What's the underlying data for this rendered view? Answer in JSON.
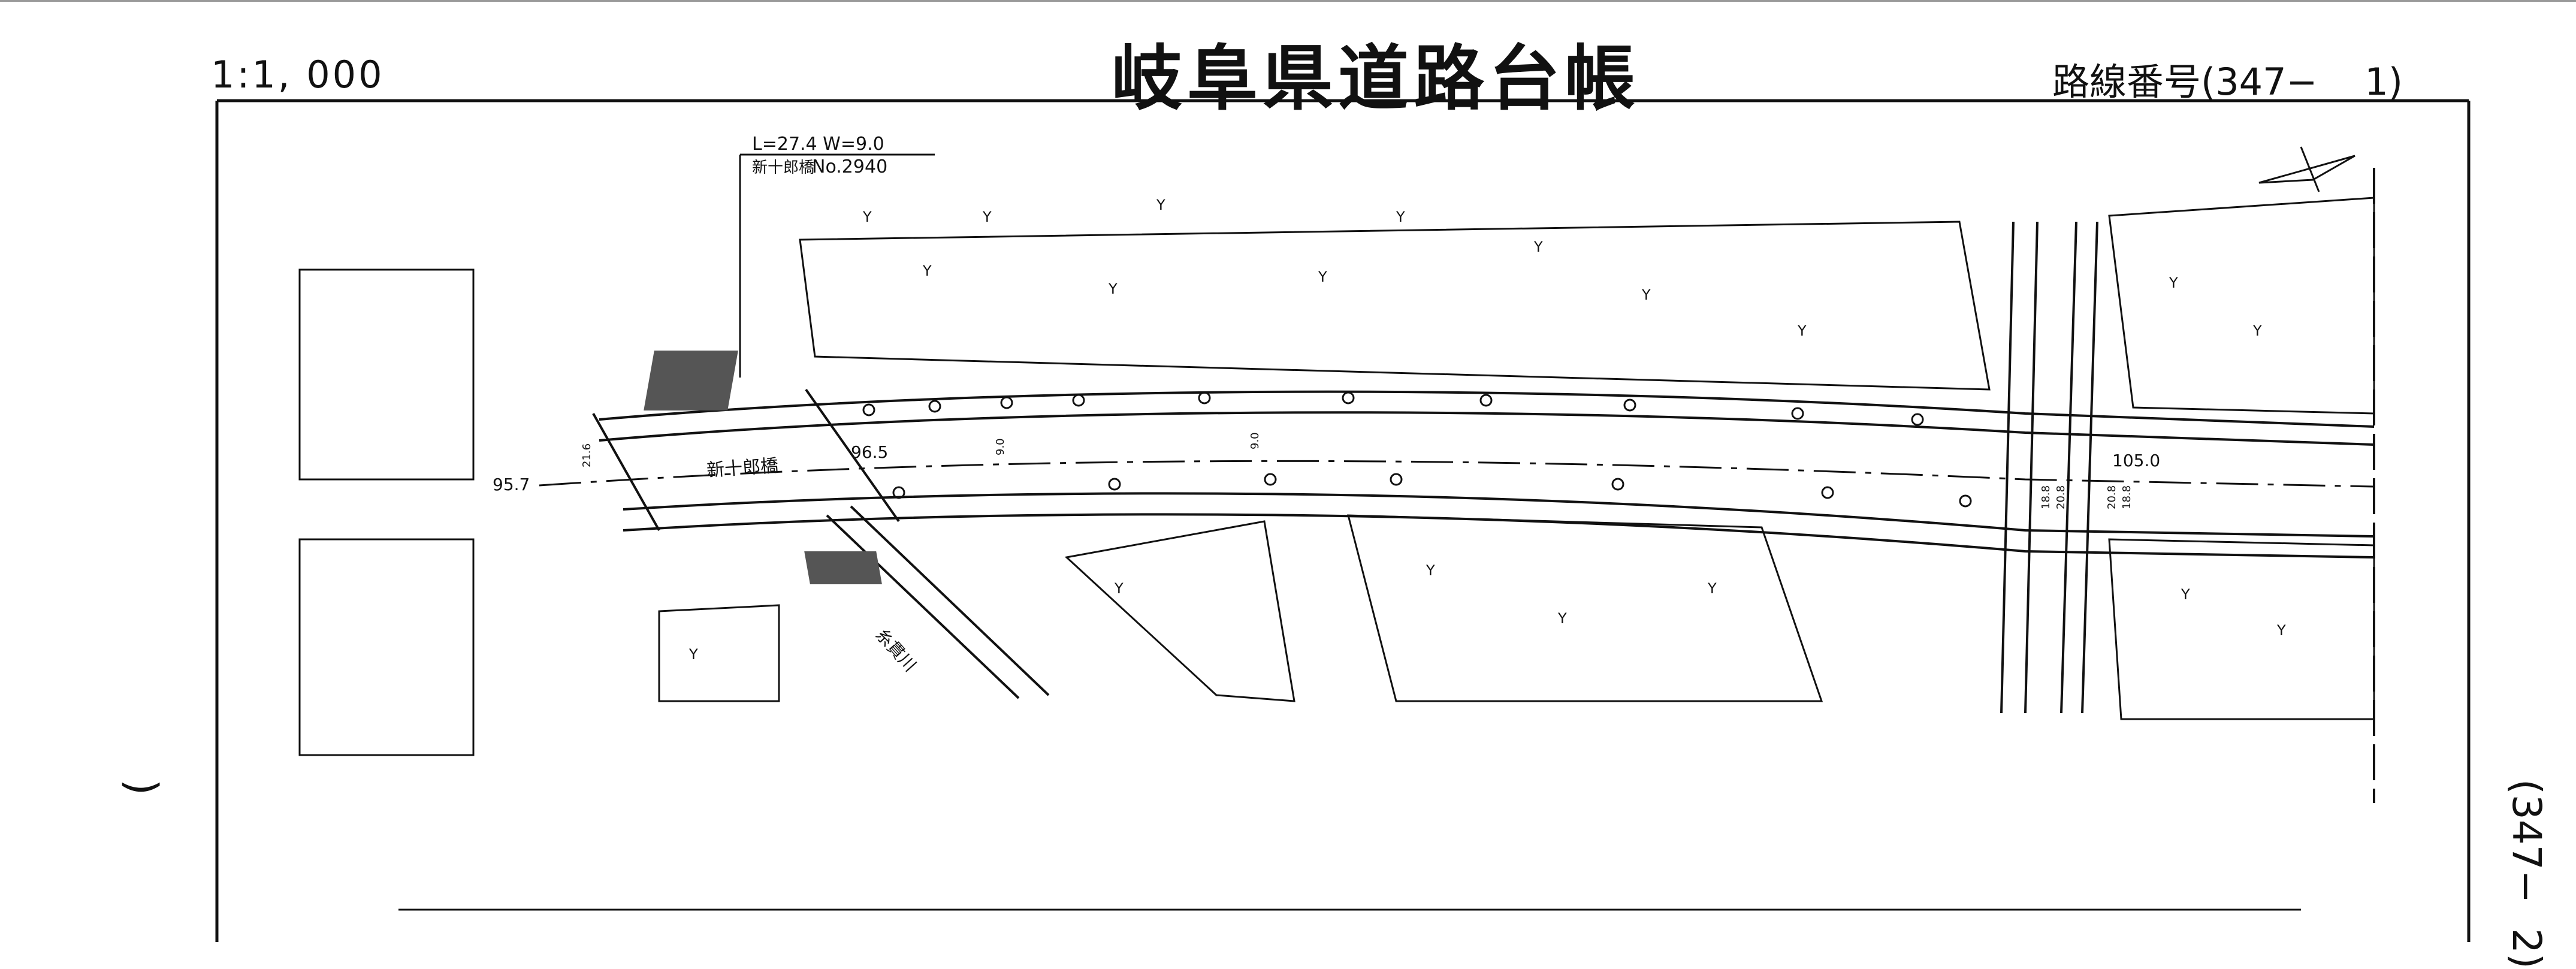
{
  "header": {
    "scale": "1:1, 000",
    "title": "岐阜県道路台帳",
    "route_number": "路線番号(347−    1)"
  },
  "side": {
    "left_paren": ")",
    "route_continuation": "(347−  2)"
  },
  "map": {
    "bridge_dimensions": "L=27.4  W=9.0",
    "bridge_name": "新十郎橋",
    "bridge_number": "No.2940",
    "bridge_label_on_road": "新十郎橋",
    "river_label": "糸貫川",
    "elevation_left": "95.7",
    "elevation_bridge": "96.5",
    "elevation_right": "105.0",
    "width_labels": [
      "21.6",
      "9.0",
      "9.0",
      "18.8",
      "20.8",
      "20.8",
      "18.8"
    ],
    "vegetation_symbol": "Y",
    "north_arrow": "north-arrow"
  }
}
